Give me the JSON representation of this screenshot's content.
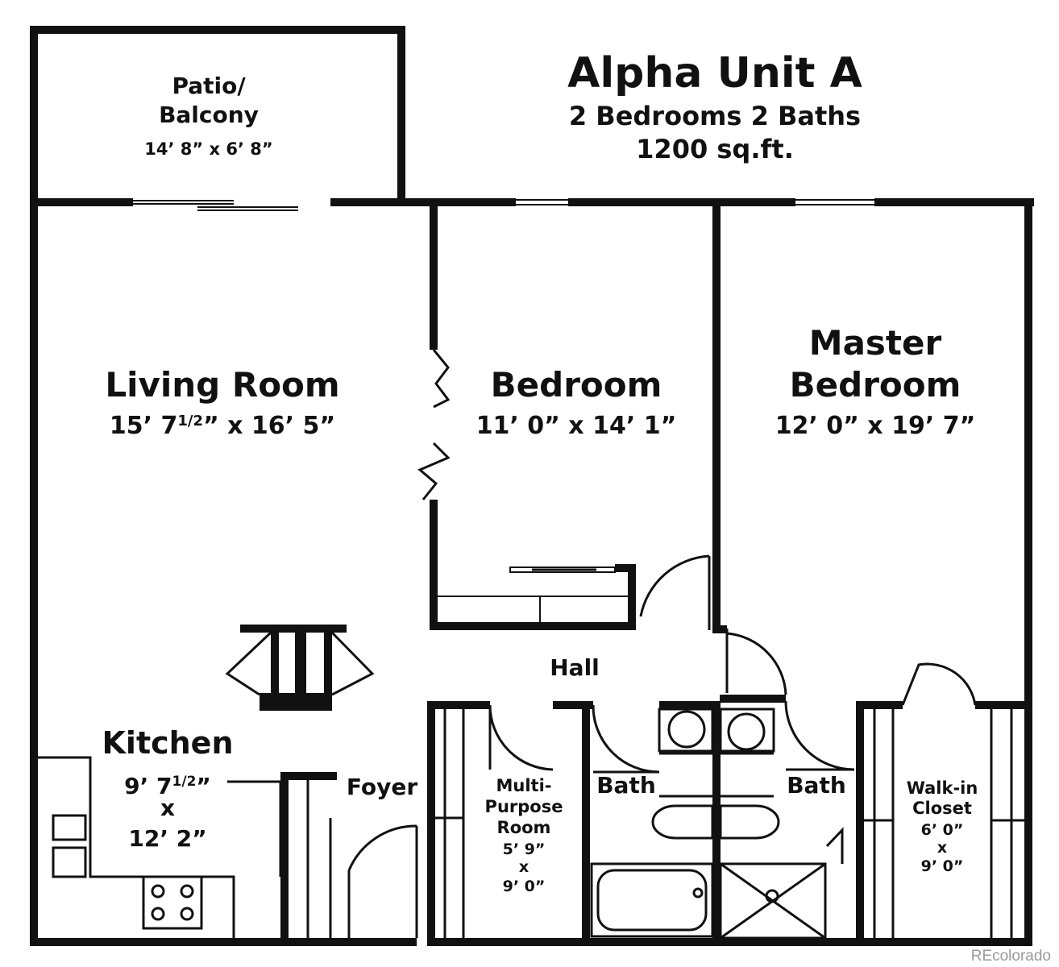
{
  "header": {
    "title": "Alpha Unit A",
    "subtitle": "2 Bedrooms 2 Baths",
    "area": "1200 sq.ft."
  },
  "rooms": {
    "patio": {
      "name_line1": "Patio/",
      "name_line2": "Balcony",
      "dims": "14’ 8” x 6’ 8”"
    },
    "living": {
      "name": "Living Room",
      "dims_a": "15’ 7",
      "dims_frac": "1/2",
      "dims_b": "” x 16’ 5”"
    },
    "bedroom": {
      "name": "Bedroom",
      "dims": "11’ 0” x 14’ 1”"
    },
    "master": {
      "name_line1": "Master",
      "name_line2": "Bedroom",
      "dims": "12’ 0” x 19’ 7”"
    },
    "hall": {
      "name": "Hall"
    },
    "kitchen": {
      "name": "Kitchen",
      "dims_line1_a": "9’ 7",
      "dims_line1_frac": "1/2",
      "dims_line1_b": "”",
      "dims_line2": "x",
      "dims_line3": "12’ 2”"
    },
    "foyer": {
      "name": "Foyer"
    },
    "multi": {
      "name_line1": "Multi-",
      "name_line2": "Purpose",
      "name_line3": "Room",
      "dims_line1": "5’ 9”",
      "dims_line2": "x",
      "dims_line3": "9’ 0”"
    },
    "bath1": {
      "name": "Bath"
    },
    "bath2": {
      "name": "Bath"
    },
    "closet": {
      "name_line1": "Walk-in",
      "name_line2": "Closet",
      "dims_line1": "6’ 0”",
      "dims_line2": "x",
      "dims_line3": "9’ 0”"
    }
  },
  "watermark": "REcolorado"
}
